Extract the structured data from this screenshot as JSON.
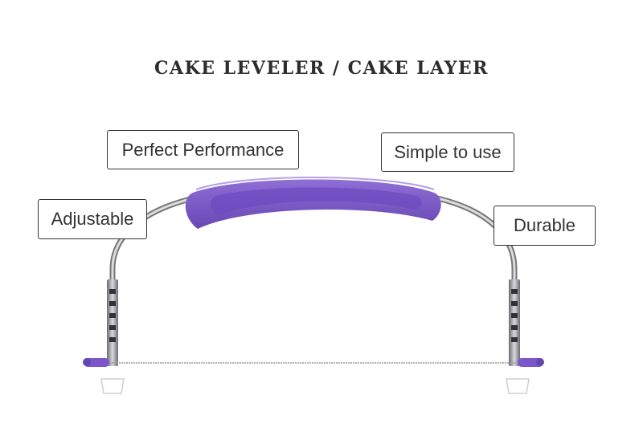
{
  "title": "CAKE LEVELER / CAKE LAYER",
  "features": {
    "perfect_performance": "Perfect Performance",
    "simple_to_use": "Simple to use",
    "adjustable": "Adjustable",
    "durable": "Durable"
  },
  "colors": {
    "handle": "#7b57c9",
    "handle_dark": "#6446b0",
    "metal": "#b8b8bc",
    "metal_dark": "#55555a",
    "feet": "#ffffff"
  }
}
